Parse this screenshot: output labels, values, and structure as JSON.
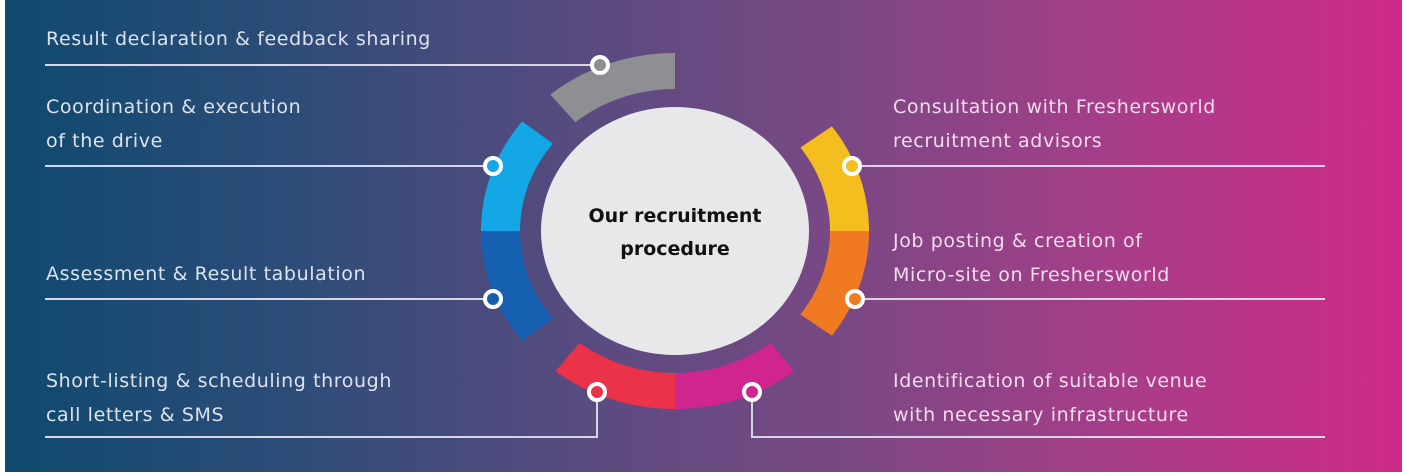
{
  "center": {
    "line1": "Our recruitment",
    "line2": "procedure"
  },
  "steps": [
    {
      "line1": "Consultation with Freshersworld",
      "line2": "recruitment advisors",
      "color": "#f5be1f"
    },
    {
      "line1": "Job posting & creation of",
      "line2": "Micro-site on Freshersworld",
      "color": "#f07a22"
    },
    {
      "line1": "Identification of suitable venue",
      "line2": "with necessary infrastructure",
      "color": "#d0258f"
    },
    {
      "line1": "Short-listing & scheduling through",
      "line2": "call letters & SMS",
      "color": "#ec3248"
    },
    {
      "line1": "Assessment & Result tabulation",
      "line2": "",
      "color": "#1560b0"
    },
    {
      "line1": "Coordination & execution",
      "line2": "of the drive",
      "color": "#14a7e6"
    },
    {
      "line1": "Result declaration & feedback sharing",
      "line2": "",
      "color": "#8e8f93"
    }
  ],
  "colors": {
    "circle": "#e8e8ea",
    "line": "#d8d6e6"
  }
}
